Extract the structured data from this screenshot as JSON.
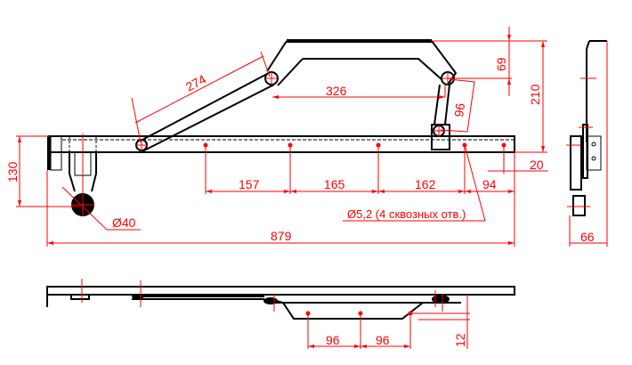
{
  "drawing": {
    "dimensions": {
      "link_length": "274",
      "pivot_spacing": "326",
      "handle_height": "69",
      "overall_height": "210",
      "short_link": "96",
      "caster_height": "130",
      "wheel_diameter": "Ø40",
      "overall_length": "879",
      "hole_1": "157",
      "hole_2": "165",
      "hole_3": "162",
      "hole_4": "94",
      "end_offset": "20",
      "holes_note": "Ø5,2 (4 сквозных отв.)",
      "side_width": "66",
      "bottom_hole_1": "96",
      "bottom_hole_2": "96",
      "bottom_offset": "12"
    },
    "colors": {
      "outline": "#000000",
      "dimension": "#ff0000"
    }
  }
}
